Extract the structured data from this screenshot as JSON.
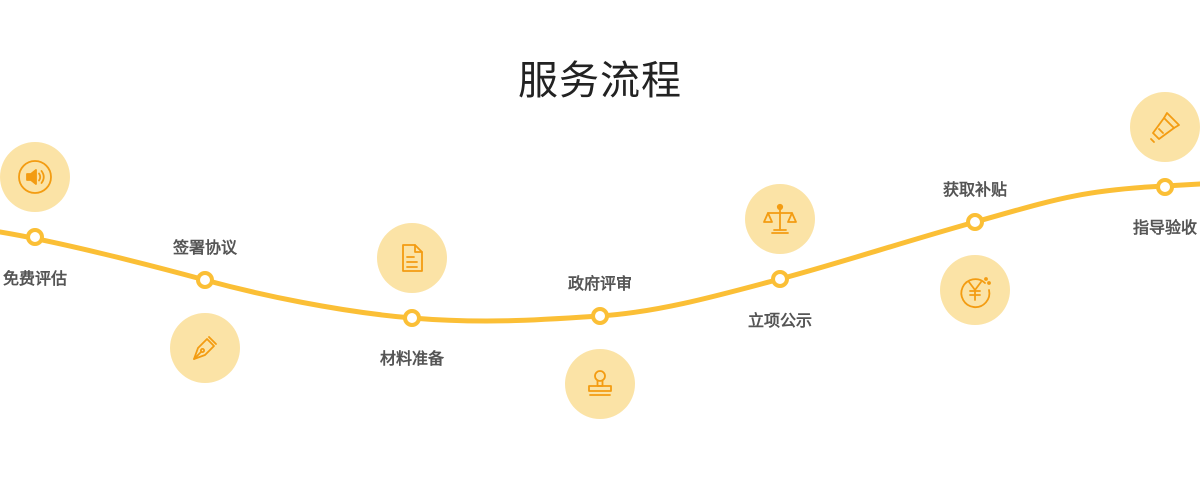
{
  "title": "服务流程",
  "colors": {
    "curve": "#fbbf36",
    "icon_bg": "#fbe3a6",
    "icon_stroke": "#f39c12",
    "label": "#555555",
    "title": "#222222"
  },
  "steps": [
    {
      "label": "免费评估",
      "icon": "speaker-icon"
    },
    {
      "label": "签署协议",
      "icon": "pen-nib-icon"
    },
    {
      "label": "材料准备",
      "icon": "document-icon"
    },
    {
      "label": "政府评审",
      "icon": "stamp-icon"
    },
    {
      "label": "立项公示",
      "icon": "scales-icon"
    },
    {
      "label": "获取补贴",
      "icon": "yen-coin-icon"
    },
    {
      "label": "指导验收",
      "icon": "flashlight-icon"
    }
  ]
}
